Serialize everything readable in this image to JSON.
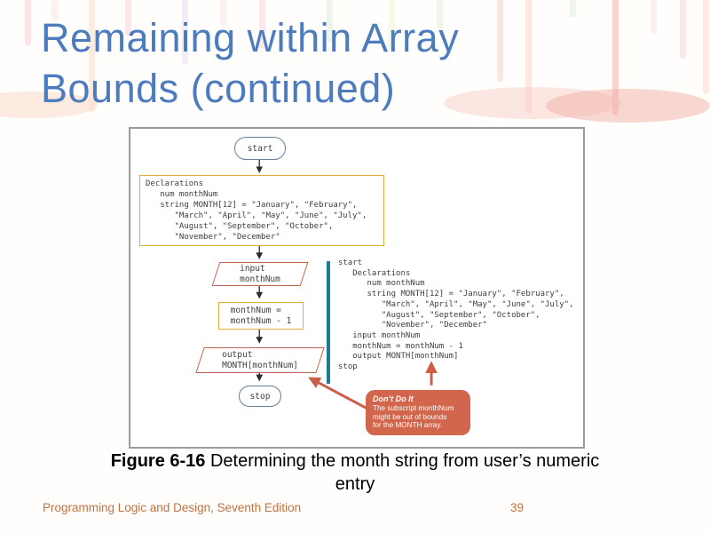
{
  "slide": {
    "title_lines": [
      "Remaining within Array",
      "Bounds (continued)"
    ],
    "caption": {
      "figure_label": "Figure 6-16",
      "text_line1": " Determining the month string from user’s numeric",
      "text_line2": "entry"
    },
    "footer": {
      "left": "Programming Logic and Design, Seventh Edition",
      "page": "39"
    }
  },
  "flowchart": {
    "start_label": "start",
    "stop_label": "stop",
    "declarations": [
      "Declarations",
      "   num monthNum",
      "   string MONTH[12] = \"January\", \"February\",",
      "      \"March\", \"April\", \"May\", \"June\", \"July\",",
      "      \"August\", \"September\", \"October\",",
      "      \"November\", \"December\""
    ],
    "input_lines": [
      "input",
      "monthNum"
    ],
    "process_lines": [
      "monthNum =",
      "monthNum - 1"
    ],
    "output_lines": [
      "output",
      "MONTH[monthNum]"
    ]
  },
  "pseudocode": [
    "start",
    "   Declarations",
    "      num monthNum",
    "      string MONTH[12] = \"January\", \"February\",",
    "         \"March\", \"April\", \"May\", \"June\", \"July\",",
    "         \"August\", \"September\", \"October\",",
    "         \"November\", \"December\"",
    "   input monthNum",
    "   monthNum = monthNum - 1",
    "   output MONTH[monthNum]",
    "stop"
  ],
  "callout": {
    "title": "Don’t Do It",
    "body": [
      "The subscript monthNum",
      "might be out of bounds",
      "for the MONTH array."
    ]
  },
  "colors": {
    "title_blue": "#4c7cbe",
    "footer_orange": "#c0713d",
    "callout_bg": "#d2664d",
    "arrow_red": "#cc5f47",
    "teal_bar": "#1f7a93",
    "shape_red_border": "#c4634c",
    "shape_gold_border": "#e2a93b",
    "terminal_border": "#6a7f95",
    "figure_border": "#9b9b9b"
  }
}
